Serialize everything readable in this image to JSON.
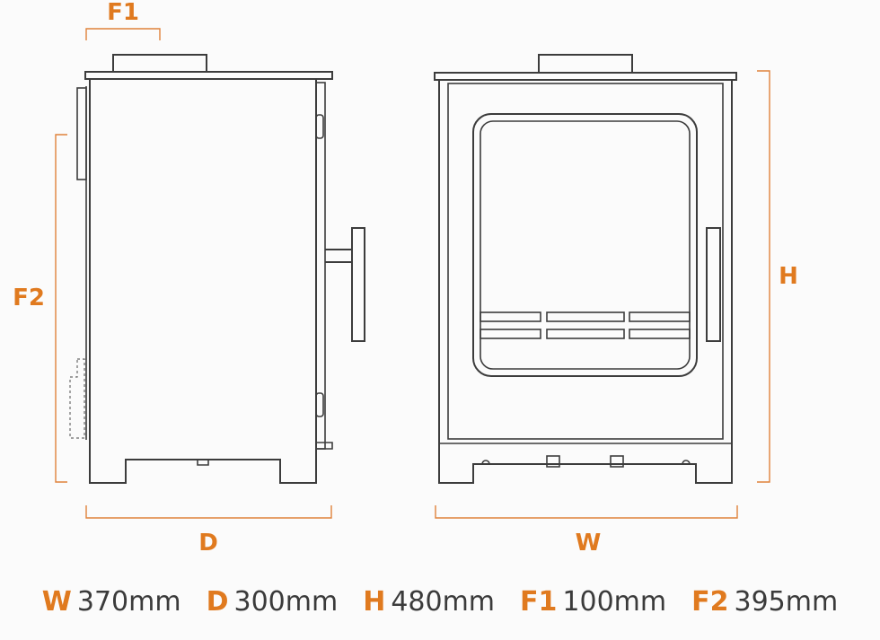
{
  "dimension_labels": {
    "f1": "F1",
    "f2": "F2",
    "d": "D",
    "w": "W",
    "h": "H"
  },
  "specs": [
    {
      "key": "W",
      "value": "370mm"
    },
    {
      "key": "D",
      "value": "300mm"
    },
    {
      "key": "H",
      "value": "480mm"
    },
    {
      "key": "F1",
      "value": "100mm"
    },
    {
      "key": "F2",
      "value": "395mm"
    }
  ],
  "colors": {
    "accent": "#e07a1f",
    "line": "#3c3c3c",
    "background": "#fbfbfb"
  }
}
